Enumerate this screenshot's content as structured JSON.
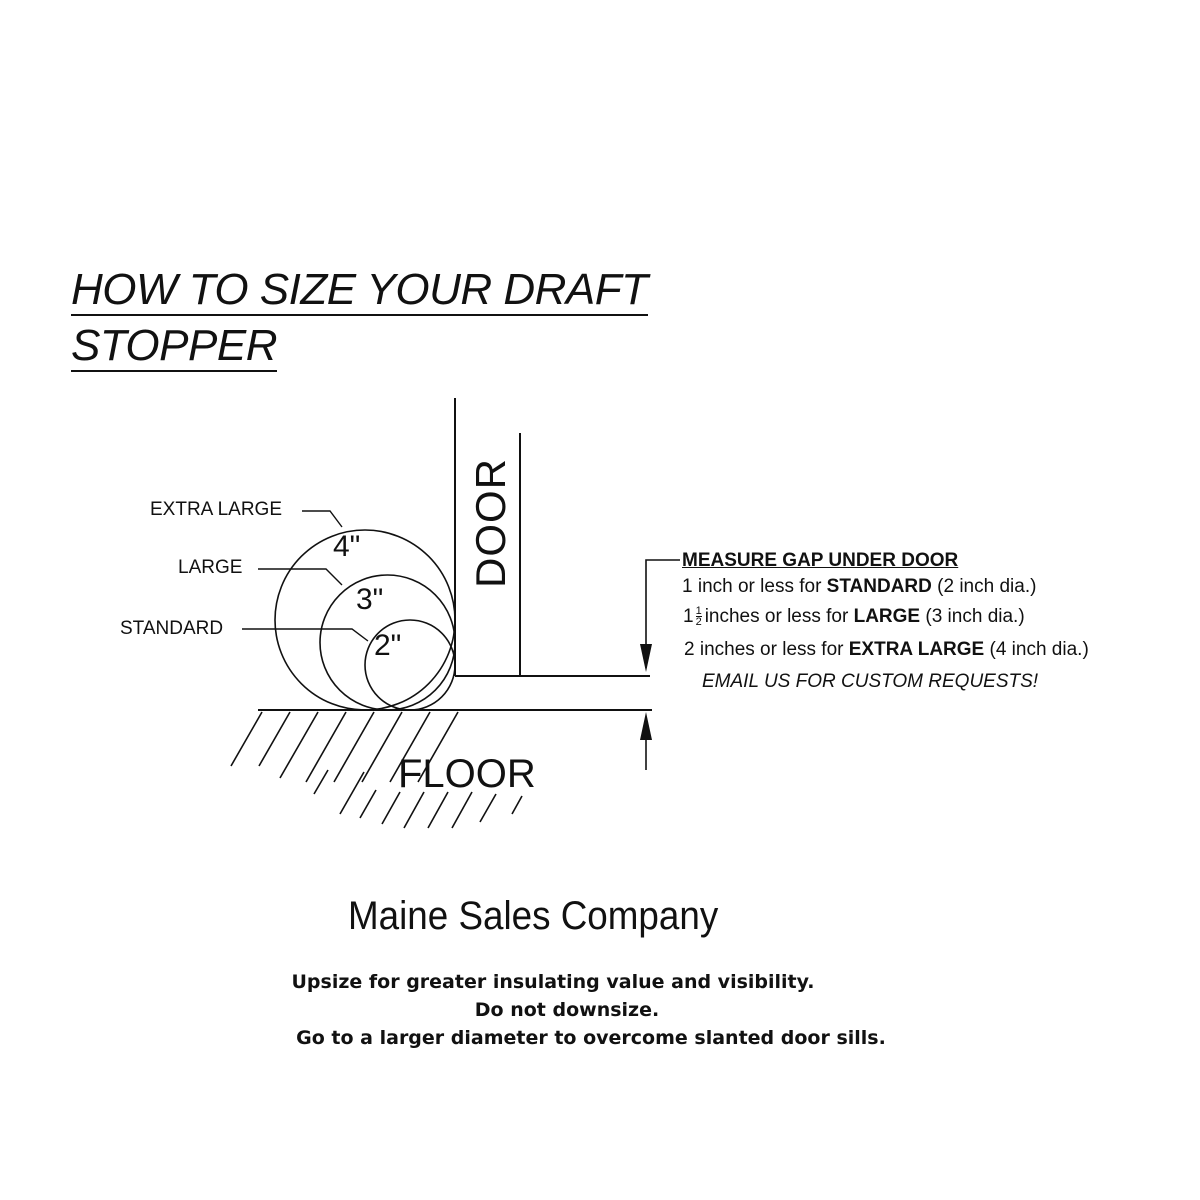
{
  "title": {
    "line1": "HOW TO SIZE YOUR DRAFT",
    "line2": "STOPPER"
  },
  "sizes": [
    {
      "name": "EXTRA LARGE",
      "diameter": "4\"",
      "inches": 4
    },
    {
      "name": "LARGE",
      "diameter": "3\"",
      "inches": 3
    },
    {
      "name": "STANDARD",
      "diameter": "2\"",
      "inches": 2
    }
  ],
  "labels": {
    "door": "DOOR",
    "floor": "FLOOR"
  },
  "gap": {
    "heading": "MEASURE GAP UNDER DOOR",
    "line1_pre": "1 inch or less for ",
    "line1_bold": "STANDARD",
    "line1_post": " (2 inch dia.)",
    "line2_whole": "1",
    "line2_num": "1",
    "line2_den": "2",
    "line2_pre": "inches or less for ",
    "line2_bold": "LARGE",
    "line2_post": " (3 inch dia.)",
    "line3_pre": "2 inches or less for ",
    "line3_bold": "EXTRA LARGE",
    "line3_post": " (4 inch dia.)",
    "email": "EMAIL US FOR CUSTOM REQUESTS!"
  },
  "company": "Maine Sales Company",
  "notes": [
    "Upsize for greater insulating value and visibility.",
    "Do not downsize.",
    "Go to a larger diameter to overcome slanted door sills."
  ],
  "colors": {
    "ink": "#111111",
    "background": "#ffffff"
  }
}
